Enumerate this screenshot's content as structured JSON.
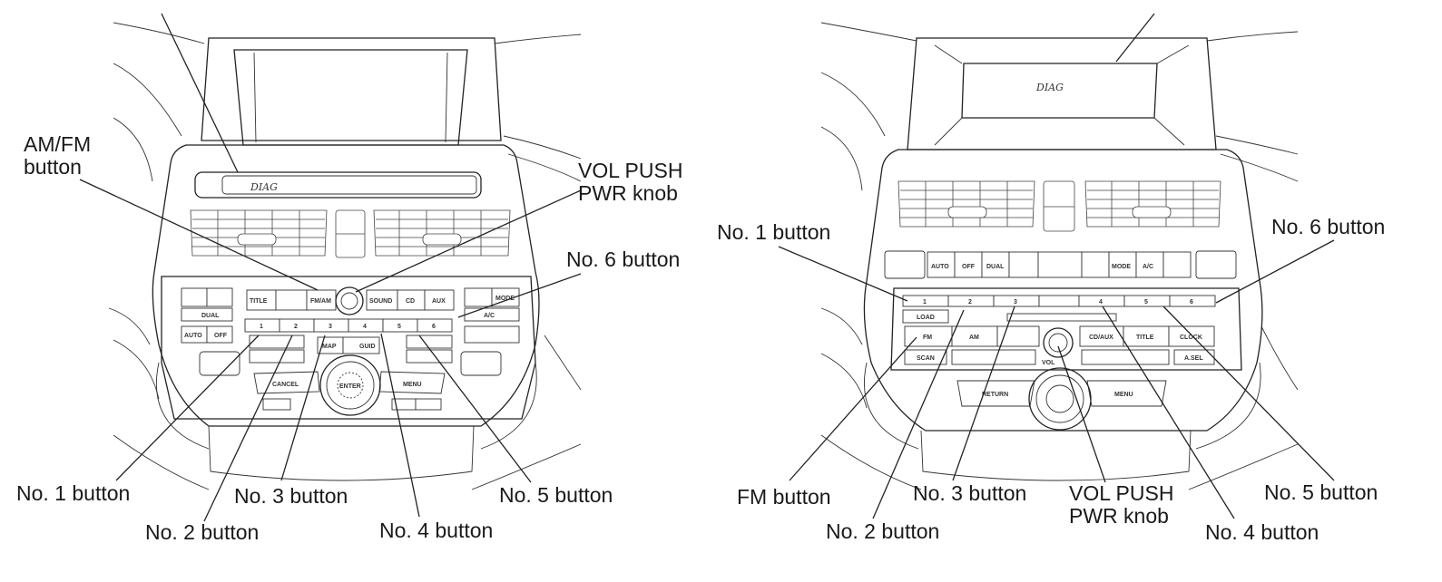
{
  "left_diagram": {
    "display_text": "DIAG",
    "labels": {
      "amfm": [
        "AM/FM",
        "button"
      ],
      "vol": [
        "VOL PUSH",
        "PWR knob"
      ],
      "no6": "No. 6 button",
      "no1": "No. 1 button",
      "no2": "No. 2 button",
      "no3": "No. 3 button",
      "no4": "No. 4 button",
      "no5": "No. 5 button"
    },
    "panel_buttons": {
      "title": "TITLE",
      "fmam": "FM/AM",
      "sound": "SOUND",
      "cd": "CD",
      "aux": "AUX",
      "map": "MAP",
      "guide": "GUID",
      "cancel": "CANCEL",
      "enter": "ENTER",
      "menu": "MENU",
      "auto": "AUTO",
      "off": "OFF",
      "dual": "DUAL",
      "ac": "A/C",
      "mode": "MODE",
      "presets": [
        "1",
        "2",
        "3",
        "4",
        "5",
        "6"
      ]
    }
  },
  "right_diagram": {
    "display_text": "DIAG",
    "labels": {
      "no1": "No. 1 button",
      "no6": "No. 6 button",
      "fm": "FM button",
      "no2": "No. 2 button",
      "no3": "No. 3 button",
      "vol": [
        "VOL PUSH",
        "PWR knob"
      ],
      "no4": "No. 4 button",
      "no5": "No. 5 button"
    },
    "panel_buttons": {
      "auto": "AUTO",
      "off": "OFF",
      "dual": "DUAL",
      "mode": "MODE",
      "ac": "A/C",
      "load": "LOAD",
      "fm": "FM",
      "am": "AM",
      "cd_aux": "CD/AUX",
      "title": "TITLE",
      "clock": "CLOCK",
      "scan": "SCAN",
      "a_sel": "A.SEL",
      "return": "RETURN",
      "menu": "MENU",
      "vol": "VOL",
      "presets": [
        "1",
        "2",
        "3",
        "4",
        "5",
        "6"
      ]
    }
  }
}
